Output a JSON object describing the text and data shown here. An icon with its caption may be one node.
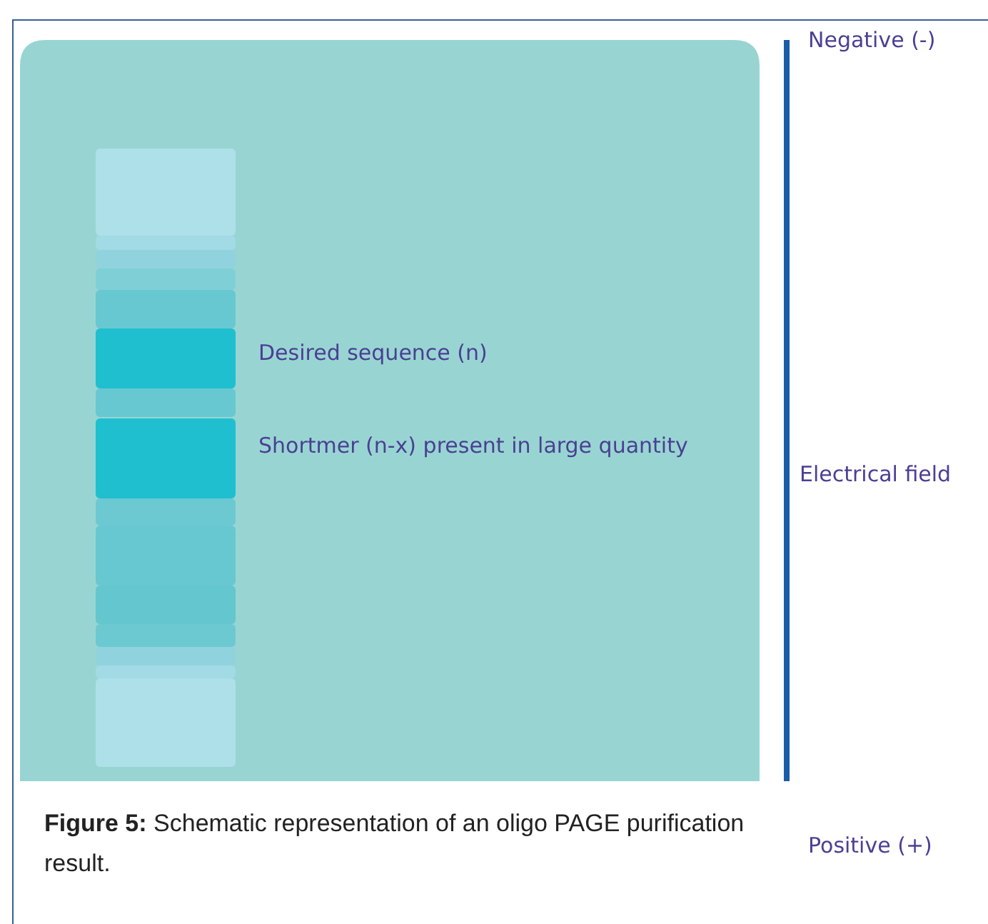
{
  "diagram": {
    "caption": "**Figure 5:** Schematic representation of an oligo PAGE purification result.",
    "labels": [
      "Negative (-)",
      "Desired sequence (n)",
      "Shortmer (n-x) present in large quantity",
      "Electrical field",
      "Positive (+)"
    ]
  }
}
